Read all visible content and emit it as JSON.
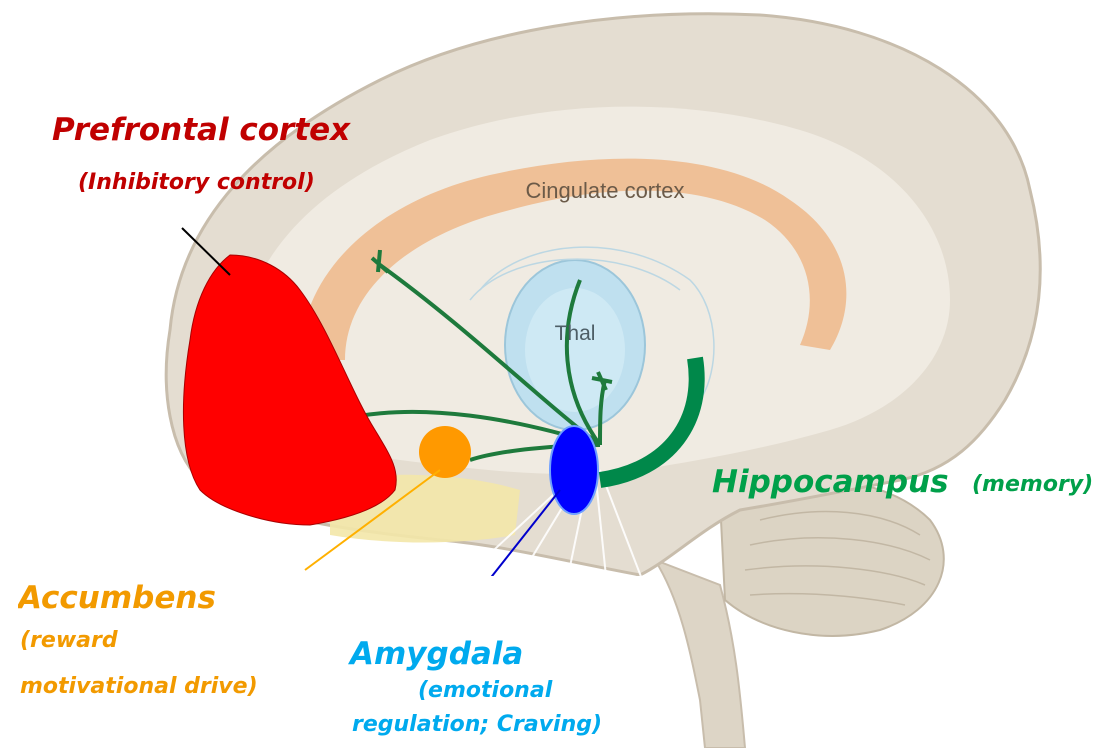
{
  "diagram": {
    "image_labels": {
      "cingulate": "Cingulate cortex",
      "thalamus": "Thal"
    },
    "callouts": {
      "prefrontal": {
        "title": "Prefrontal cortex",
        "note": "(Inhibitory control)"
      },
      "accumbens": {
        "title": "Accumbens",
        "note_line1": "(reward",
        "note_line2": "motivational drive)"
      },
      "amygdala": {
        "title": "Amygdala",
        "note_line1": "(emotional",
        "note_line2": "regulation; Craving)"
      },
      "hippocampus": {
        "title": "Hippocampus",
        "note": "(memory)"
      }
    },
    "colors": {
      "prefrontal": "#ff0000",
      "prefrontal_text": "#c00000",
      "accumbens": "#ff9900",
      "amygdala": "#0000ff",
      "amygdala_text": "#00aaee",
      "hippocampus": "#00884a",
      "cingulate": "#efb98a",
      "thalamus": "#bfe0ef",
      "brain": "#e4ddd1",
      "brain_outline": "#c8bdac"
    }
  }
}
